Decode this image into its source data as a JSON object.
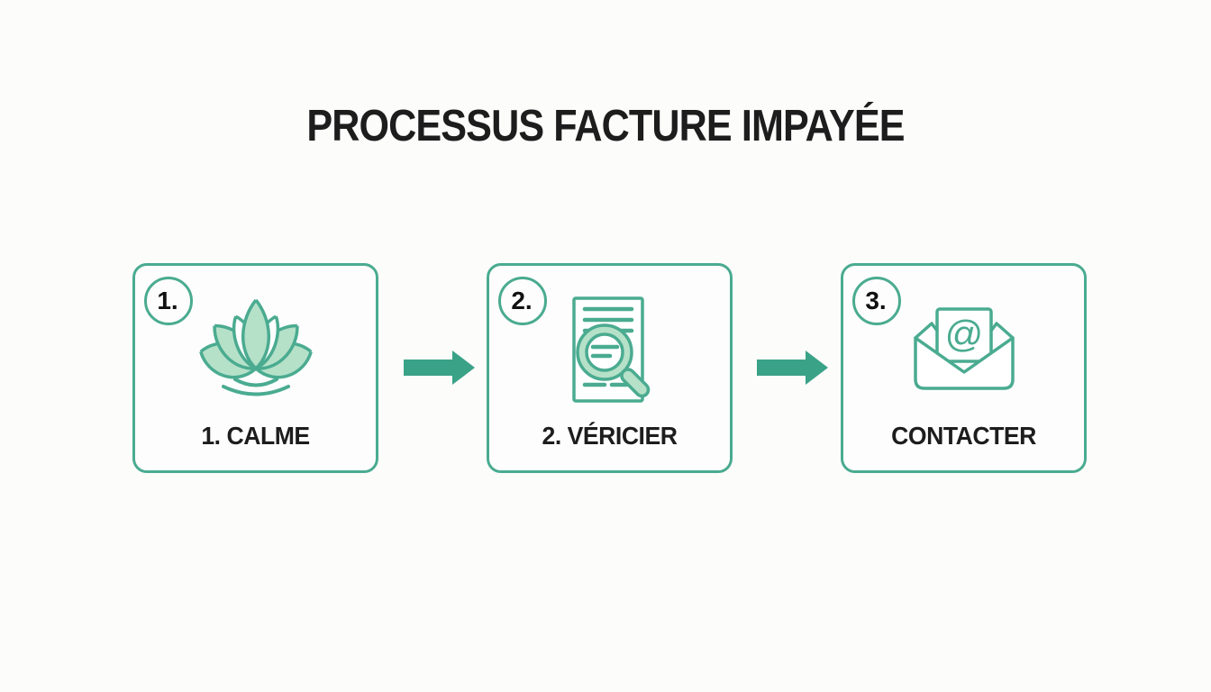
{
  "title": "PROCESSUS FACTURE IMPAYÉE",
  "colors": {
    "stroke": "#4aab90",
    "fill-light": "#b5e1c8",
    "arrow": "#3aa287",
    "ink": "#1d1d1d",
    "bg": "#fcfcfb",
    "card-bg": "#fdfdfd"
  },
  "steps": [
    {
      "badge": "1.",
      "label": "1. CALME",
      "icon": "lotus-calm-icon"
    },
    {
      "badge": "2.",
      "label": "2. VÉRICIER",
      "icon": "document-magnifier-icon"
    },
    {
      "badge": "3.",
      "label": "CONTACTER",
      "icon": "email-envelope-icon"
    }
  ],
  "arrows": [
    {
      "direction": "right"
    },
    {
      "direction": "right"
    }
  ],
  "envelope": {
    "at_symbol": "@"
  }
}
